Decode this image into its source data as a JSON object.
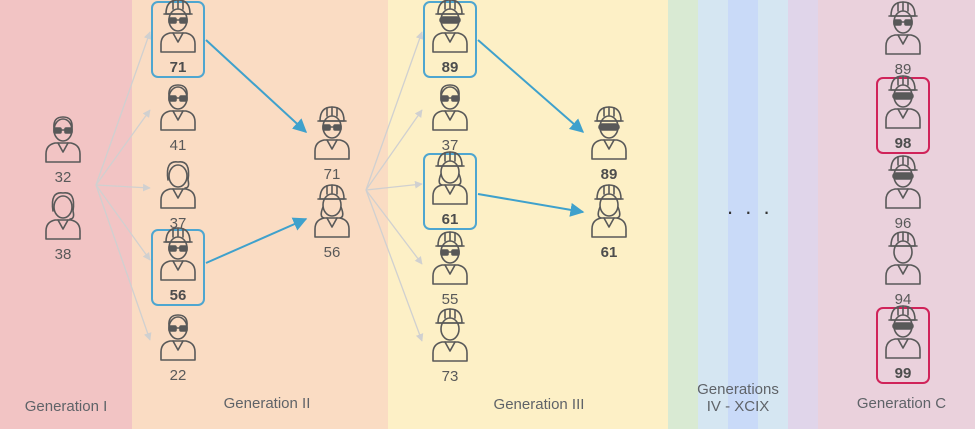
{
  "colors": {
    "band_gen1": "#f2c4c4",
    "band_gen2": "#fadcc3",
    "band_gen3": "#fdf0c6",
    "band_green": "#d9ead3",
    "band_lightblue": "#d5e6f2",
    "band_blue": "#c9daf8",
    "band_lightblue2": "#d5e6f2",
    "band_purple": "#e0d5ea",
    "band_genc": "#ead1dc",
    "highlight_blue": "#4ea6d0",
    "highlight_red": "#d0245a",
    "arrow_blue": "#3fa1cc",
    "arrow_gray": "#d0d0d0",
    "icon_stroke": "#595959"
  },
  "generations": [
    {
      "label": "Generation I"
    },
    {
      "label": "Generation II"
    },
    {
      "label": "Generation III"
    },
    {
      "label_line1": "Generations",
      "label_line2": "IV - XCIX"
    },
    {
      "label": "Generation C"
    }
  ],
  "ellipsis": ". . .",
  "nodes": [
    {
      "id": "g1a",
      "score": "32",
      "icon": "worker-glasses-icon",
      "bold": false,
      "highlight": null
    },
    {
      "id": "g1b",
      "score": "38",
      "icon": "woman-icon",
      "bold": false,
      "highlight": null
    },
    {
      "id": "g2a",
      "score": "71",
      "icon": "worker-hardhat-glasses-icon",
      "bold": true,
      "highlight": "blue"
    },
    {
      "id": "g2b",
      "score": "41",
      "icon": "worker-glasses-icon",
      "bold": false,
      "highlight": null
    },
    {
      "id": "g2c",
      "score": "37",
      "icon": "woman-icon",
      "bold": false,
      "highlight": null
    },
    {
      "id": "g2d",
      "score": "56",
      "icon": "worker-hardhat-glasses-icon",
      "bold": true,
      "highlight": "blue"
    },
    {
      "id": "g2e",
      "score": "22",
      "icon": "worker-glasses-icon",
      "bold": false,
      "highlight": null
    },
    {
      "id": "g2f",
      "score": "71",
      "icon": "worker-hardhat-glasses-icon",
      "bold": false,
      "highlight": null
    },
    {
      "id": "g2g",
      "score": "56",
      "icon": "worker-hardhat-woman-icon",
      "bold": false,
      "highlight": null
    },
    {
      "id": "g3a",
      "score": "89",
      "icon": "worker-hardhat-goggles-icon",
      "bold": true,
      "highlight": "blue"
    },
    {
      "id": "g3b",
      "score": "37",
      "icon": "worker-glasses-icon",
      "bold": false,
      "highlight": null
    },
    {
      "id": "g3c",
      "score": "61",
      "icon": "worker-hardhat-woman-icon",
      "bold": true,
      "highlight": "blue"
    },
    {
      "id": "g3d",
      "score": "55",
      "icon": "worker-hardhat-glasses-icon",
      "bold": false,
      "highlight": null
    },
    {
      "id": "g3e",
      "score": "73",
      "icon": "worker-hardhat-icon",
      "bold": false,
      "highlight": null
    },
    {
      "id": "g3f",
      "score": "89",
      "icon": "worker-hardhat-goggles-icon",
      "bold": true,
      "highlight": null
    },
    {
      "id": "g3g",
      "score": "61",
      "icon": "worker-hardhat-woman-icon",
      "bold": true,
      "highlight": null
    },
    {
      "id": "gca",
      "score": "89",
      "icon": "worker-hardhat-glasses-icon",
      "bold": false,
      "highlight": null
    },
    {
      "id": "gcb",
      "score": "98",
      "icon": "worker-hardhat-goggles-icon",
      "bold": true,
      "highlight": "red"
    },
    {
      "id": "gcc",
      "score": "96",
      "icon": "worker-hardhat-goggles-icon",
      "bold": false,
      "highlight": null
    },
    {
      "id": "gcd",
      "score": "94",
      "icon": "worker-hardhat-icon",
      "bold": false,
      "highlight": null
    },
    {
      "id": "gce",
      "score": "99",
      "icon": "worker-hardhat-goggles-icon",
      "bold": true,
      "highlight": "red"
    }
  ],
  "edges": [
    {
      "from": "g1",
      "to": "g2a",
      "kind": "gray"
    },
    {
      "from": "g1",
      "to": "g2b",
      "kind": "gray"
    },
    {
      "from": "g1",
      "to": "g2c",
      "kind": "gray"
    },
    {
      "from": "g1",
      "to": "g2d",
      "kind": "gray"
    },
    {
      "from": "g1",
      "to": "g2e",
      "kind": "gray"
    },
    {
      "from": "g2a",
      "to": "g2f",
      "kind": "blue"
    },
    {
      "from": "g2d",
      "to": "g2g",
      "kind": "blue"
    },
    {
      "from": "g2",
      "to": "g3a",
      "kind": "gray"
    },
    {
      "from": "g2",
      "to": "g3b",
      "kind": "gray"
    },
    {
      "from": "g2",
      "to": "g3c",
      "kind": "gray"
    },
    {
      "from": "g2",
      "to": "g3d",
      "kind": "gray"
    },
    {
      "from": "g2",
      "to": "g3e",
      "kind": "gray"
    },
    {
      "from": "g3a",
      "to": "g3f",
      "kind": "blue"
    },
    {
      "from": "g3c",
      "to": "g3g",
      "kind": "blue"
    }
  ]
}
